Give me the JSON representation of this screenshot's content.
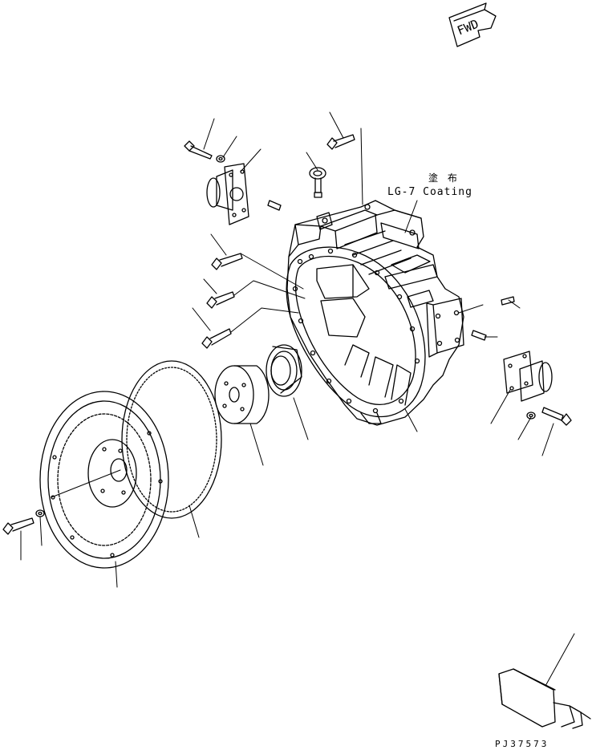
{
  "diagram": {
    "direction_label": "FWD",
    "coating_note_jp": "塗 布",
    "coating_note_en": "LG-7 Coating",
    "drawing_code": "PJ37573"
  },
  "colors": {
    "line": "#000000",
    "background": "#ffffff"
  }
}
